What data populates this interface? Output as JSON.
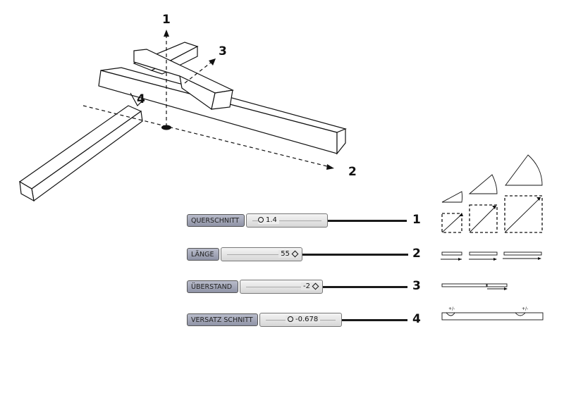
{
  "diagram_labels": [
    "1",
    "2",
    "3",
    "4"
  ],
  "sliders": [
    {
      "label": "QUERSCHNITT",
      "value": "1.4",
      "number": "1"
    },
    {
      "label": "LÄNGE",
      "value": "55",
      "number": "2"
    },
    {
      "label": "ÜBERSTAND",
      "value": "-2",
      "number": "3"
    },
    {
      "label": "VERSATZ SCHNITT",
      "value": "-0.678",
      "number": "4"
    }
  ],
  "icons": {
    "offset_label": "+/-"
  }
}
